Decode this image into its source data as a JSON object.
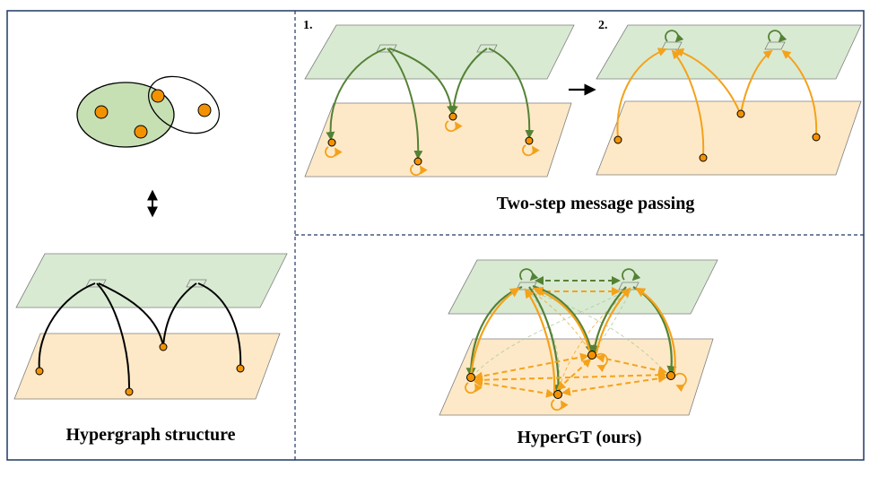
{
  "panels": {
    "left": {
      "caption": "Hypergraph structure"
    },
    "top_right": {
      "step1_label": "1.",
      "step2_label": "2.",
      "caption": "Two-step message passing"
    },
    "bottom_right": {
      "caption": "HyperGT (ours)"
    }
  },
  "colors": {
    "hyperedge_plane": "#d9ead3",
    "node_plane": "#fde9c8",
    "node_fill": "#f39200",
    "hyperedge_ellipse": "#c6e0b4",
    "green_arrow": "#548235",
    "orange_arrow": "#f4a21a",
    "black_edge": "#000000",
    "border": "#1f3864"
  }
}
